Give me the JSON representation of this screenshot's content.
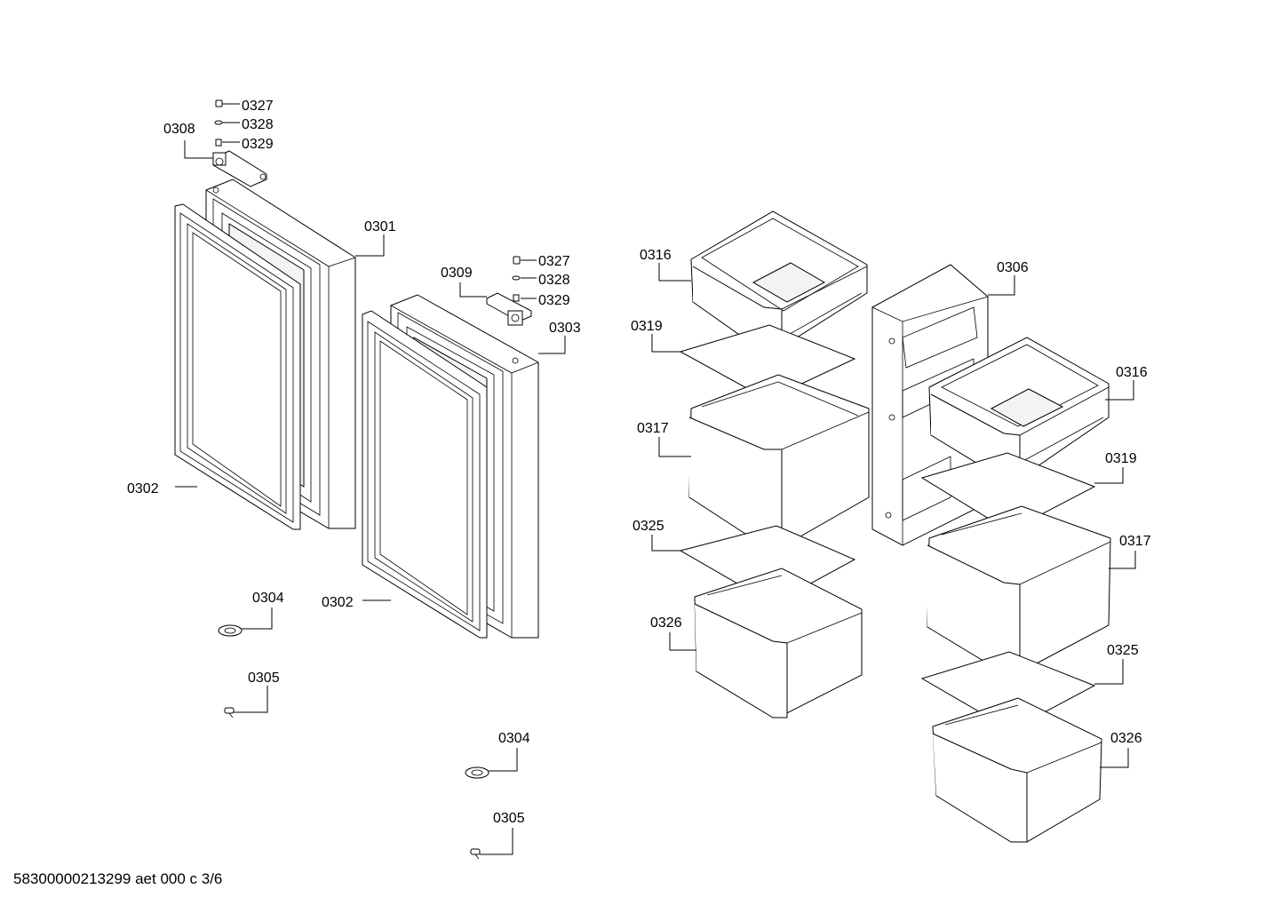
{
  "footer": {
    "document_id": "58300000213299 aet 000 c 3/6"
  },
  "callouts": [
    {
      "id": "c0327a",
      "label": "0327"
    },
    {
      "id": "c0328a",
      "label": "0328"
    },
    {
      "id": "c0329a",
      "label": "0329"
    },
    {
      "id": "c0308",
      "label": "0308"
    },
    {
      "id": "c0301",
      "label": "0301"
    },
    {
      "id": "c0302a",
      "label": "0302"
    },
    {
      "id": "c0309",
      "label": "0309"
    },
    {
      "id": "c0327b",
      "label": "0327"
    },
    {
      "id": "c0328b",
      "label": "0328"
    },
    {
      "id": "c0329b",
      "label": "0329"
    },
    {
      "id": "c0303",
      "label": "0303"
    },
    {
      "id": "c0302b",
      "label": "0302"
    },
    {
      "id": "c0304a",
      "label": "0304"
    },
    {
      "id": "c0305a",
      "label": "0305"
    },
    {
      "id": "c0304b",
      "label": "0304"
    },
    {
      "id": "c0305b",
      "label": "0305"
    },
    {
      "id": "c0316a",
      "label": "0316"
    },
    {
      "id": "c0319a",
      "label": "0319"
    },
    {
      "id": "c0317a",
      "label": "0317"
    },
    {
      "id": "c0325a",
      "label": "0325"
    },
    {
      "id": "c0326a",
      "label": "0326"
    },
    {
      "id": "c0306",
      "label": "0306"
    },
    {
      "id": "c0316b",
      "label": "0316"
    },
    {
      "id": "c0319b",
      "label": "0319"
    },
    {
      "id": "c0317b",
      "label": "0317"
    },
    {
      "id": "c0325b",
      "label": "0325"
    },
    {
      "id": "c0326b",
      "label": "0326"
    }
  ]
}
